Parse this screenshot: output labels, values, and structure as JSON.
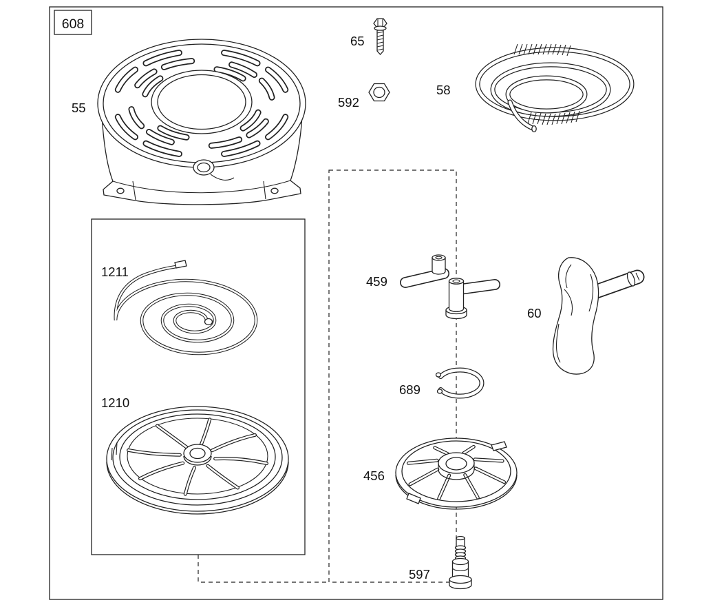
{
  "diagram": {
    "figure_number": "608",
    "parts": {
      "p55": {
        "label": "55"
      },
      "p65": {
        "label": "65"
      },
      "p592": {
        "label": "592"
      },
      "p58": {
        "label": "58"
      },
      "p1211": {
        "label": "1211"
      },
      "p1210": {
        "label": "1210"
      },
      "p459": {
        "label": "459"
      },
      "p60": {
        "label": "60"
      },
      "p689": {
        "label": "689"
      },
      "p456": {
        "label": "456"
      },
      "p597": {
        "label": "597"
      }
    },
    "line_color": "#222222",
    "background_color": "#ffffff"
  }
}
